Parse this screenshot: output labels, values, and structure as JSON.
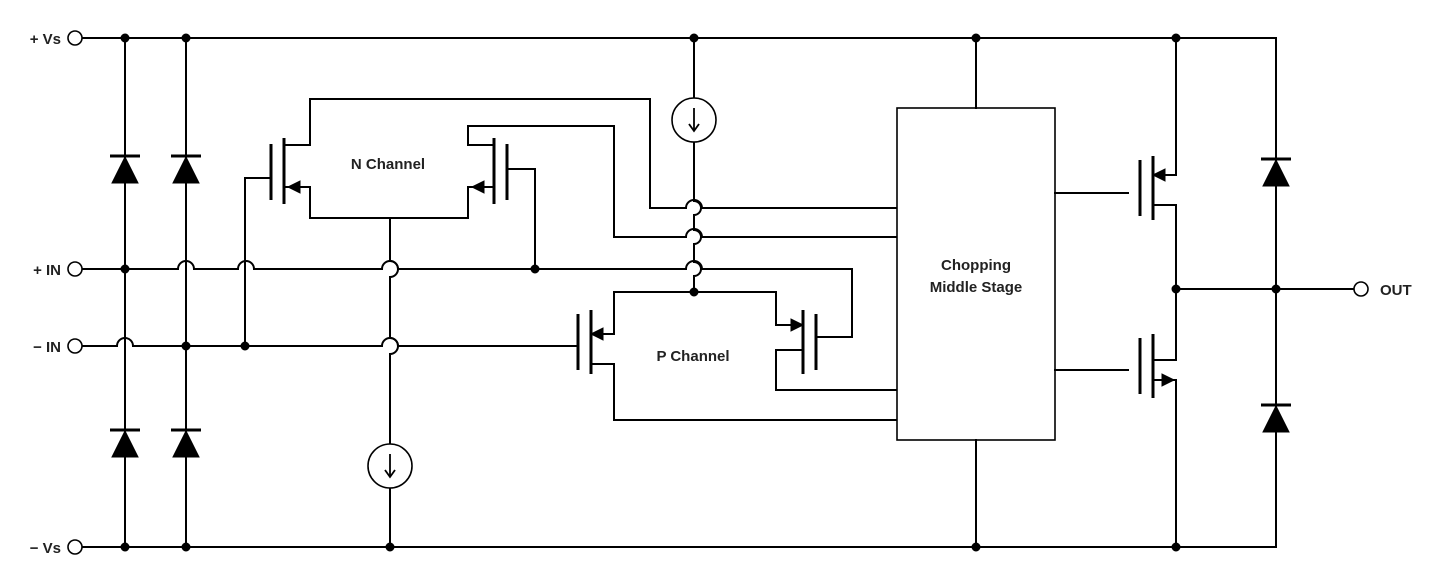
{
  "pins": {
    "vs_pos": "+ Vs",
    "in_pos": "+ IN",
    "in_neg": "− IN",
    "vs_neg": "− Vs",
    "out": "OUT"
  },
  "stages": {
    "n_channel": "N Channel",
    "p_channel": "P Channel",
    "chopping_line1": "Chopping",
    "chopping_line2": "Middle Stage"
  }
}
